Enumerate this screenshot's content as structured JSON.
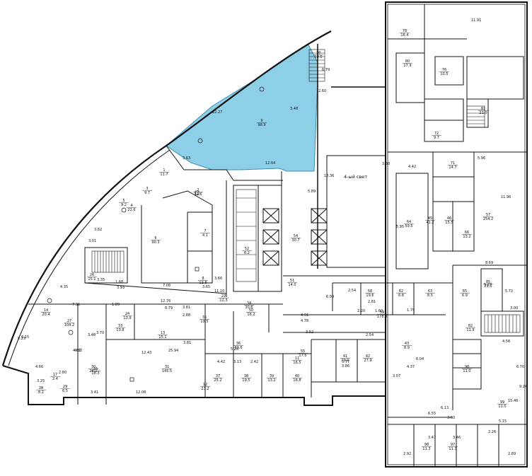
{
  "plan": {
    "highlight_color": "#8ecfe8",
    "wall_color": "#111111",
    "hall_label": "4-ый свет",
    "rooms": [
      {
        "num": "9",
        "area": "98.9"
      },
      {
        "num": "10",
        "area": "18.5"
      },
      {
        "num": "1",
        "area": "11.7"
      },
      {
        "num": "2",
        "area": "21.6"
      },
      {
        "num": "3",
        "area": "9.7"
      },
      {
        "num": "4",
        "area": "22.6"
      },
      {
        "num": "5",
        "area": "9.2"
      },
      {
        "num": "6",
        "area": "90.3"
      },
      {
        "num": "7",
        "area": "4.1"
      },
      {
        "num": "8",
        "area": "12.8"
      },
      {
        "num": "11",
        "area": "16.5"
      },
      {
        "num": "12",
        "area": "23.2"
      },
      {
        "num": "13",
        "area": "15.1"
      },
      {
        "num": "14",
        "area": "20.4"
      },
      {
        "num": "16",
        "area": "18.3"
      },
      {
        "num": "17",
        "area": "2.4"
      },
      {
        "num": "22",
        "area": "12.3"
      },
      {
        "num": "24",
        "area": "13.9"
      },
      {
        "num": "26",
        "area": "15.1"
      },
      {
        "num": "27",
        "area": "104.2"
      },
      {
        "num": "28",
        "area": "8.2"
      },
      {
        "num": "29",
        "area": "6.5"
      },
      {
        "num": "30",
        "area": "26.1"
      },
      {
        "num": "31",
        "area": "145.5"
      },
      {
        "num": "33",
        "area": "13.8"
      },
      {
        "num": "34",
        "area": "30.6"
      },
      {
        "num": "35",
        "area": "10.5"
      },
      {
        "num": "36",
        "area": "33.6"
      },
      {
        "num": "37",
        "area": "25.2"
      },
      {
        "num": "38",
        "area": "19.5"
      },
      {
        "num": "39",
        "area": "13.2"
      },
      {
        "num": "40",
        "area": "16.8"
      },
      {
        "num": "41",
        "area": "29.0"
      },
      {
        "num": "42",
        "area": "27.9"
      },
      {
        "num": "43",
        "area": "8.9"
      },
      {
        "num": "45",
        "area": "41.2"
      },
      {
        "num": "46",
        "area": "15.5"
      },
      {
        "num": "50",
        "area": "16.2"
      },
      {
        "num": "51",
        "area": "14.0"
      },
      {
        "num": "52",
        "area": "6.2"
      },
      {
        "num": "54",
        "area": "30.7"
      },
      {
        "num": "55",
        "area": "17.5"
      },
      {
        "num": "57",
        "area": "254.2"
      },
      {
        "num": "58",
        "area": "19.6"
      },
      {
        "num": "59",
        "area": "178.8"
      },
      {
        "num": "62",
        "area": "6.8"
      },
      {
        "num": "63",
        "area": "8.5"
      },
      {
        "num": "64",
        "area": "59.5"
      },
      {
        "num": "65",
        "area": "6.9"
      },
      {
        "num": "66",
        "area": "13.2"
      },
      {
        "num": "71",
        "area": "14.7"
      },
      {
        "num": "72",
        "area": "9.7"
      },
      {
        "num": "76",
        "area": "10.5"
      },
      {
        "num": "78",
        "area": "16.4"
      },
      {
        "num": "80",
        "area": "17.9"
      },
      {
        "num": "81",
        "area": "21.0"
      },
      {
        "num": "82",
        "area": "11.9"
      },
      {
        "num": "85",
        "area": "21.0"
      },
      {
        "num": "90",
        "area": "11.0"
      },
      {
        "num": "97",
        "area": "11.3"
      },
      {
        "num": "98",
        "area": "11.3"
      },
      {
        "num": "99",
        "area": "11.0"
      }
    ],
    "dimensions": [
      "22.27",
      "6.79",
      "2.60",
      "3.48",
      "3.63",
      "12.64",
      "5.89",
      "13.36",
      "4.42",
      "5.95",
      "11.91",
      "5.96",
      "3.01",
      "3.35",
      "3.93",
      "1.68",
      "7.08",
      "11.10",
      "3.65",
      "1.89",
      "12.76",
      "6.79",
      "3.81",
      "3.70",
      "3.48",
      "4.62",
      "3.41",
      "12.43",
      "12.08",
      "25.94",
      "2.88",
      "3.81",
      "4.91",
      "4.78",
      "3.52",
      "3.77",
      "3.86",
      "4.37",
      "2.81",
      "2.54",
      "6.09",
      "8.69",
      "3.00",
      "5.27",
      "5.72",
      "4.56",
      "6.70",
      "5.15",
      "2.89",
      "2.92",
      "3.47",
      "3.46",
      "3.50",
      "3.07",
      "2.20",
      "1.60",
      "4.66",
      "3.25",
      "2.80",
      "5.28",
      "2.42",
      "4.42",
      "3.13",
      "1.75",
      "2.54",
      "6.04",
      "6.13",
      "2.26",
      "3.63",
      "6.55",
      "9.24",
      "15.46",
      "11.96",
      "7.36",
      "4.35",
      "6.15",
      "8.23",
      "3.82",
      "4.82",
      "3.66"
    ]
  }
}
